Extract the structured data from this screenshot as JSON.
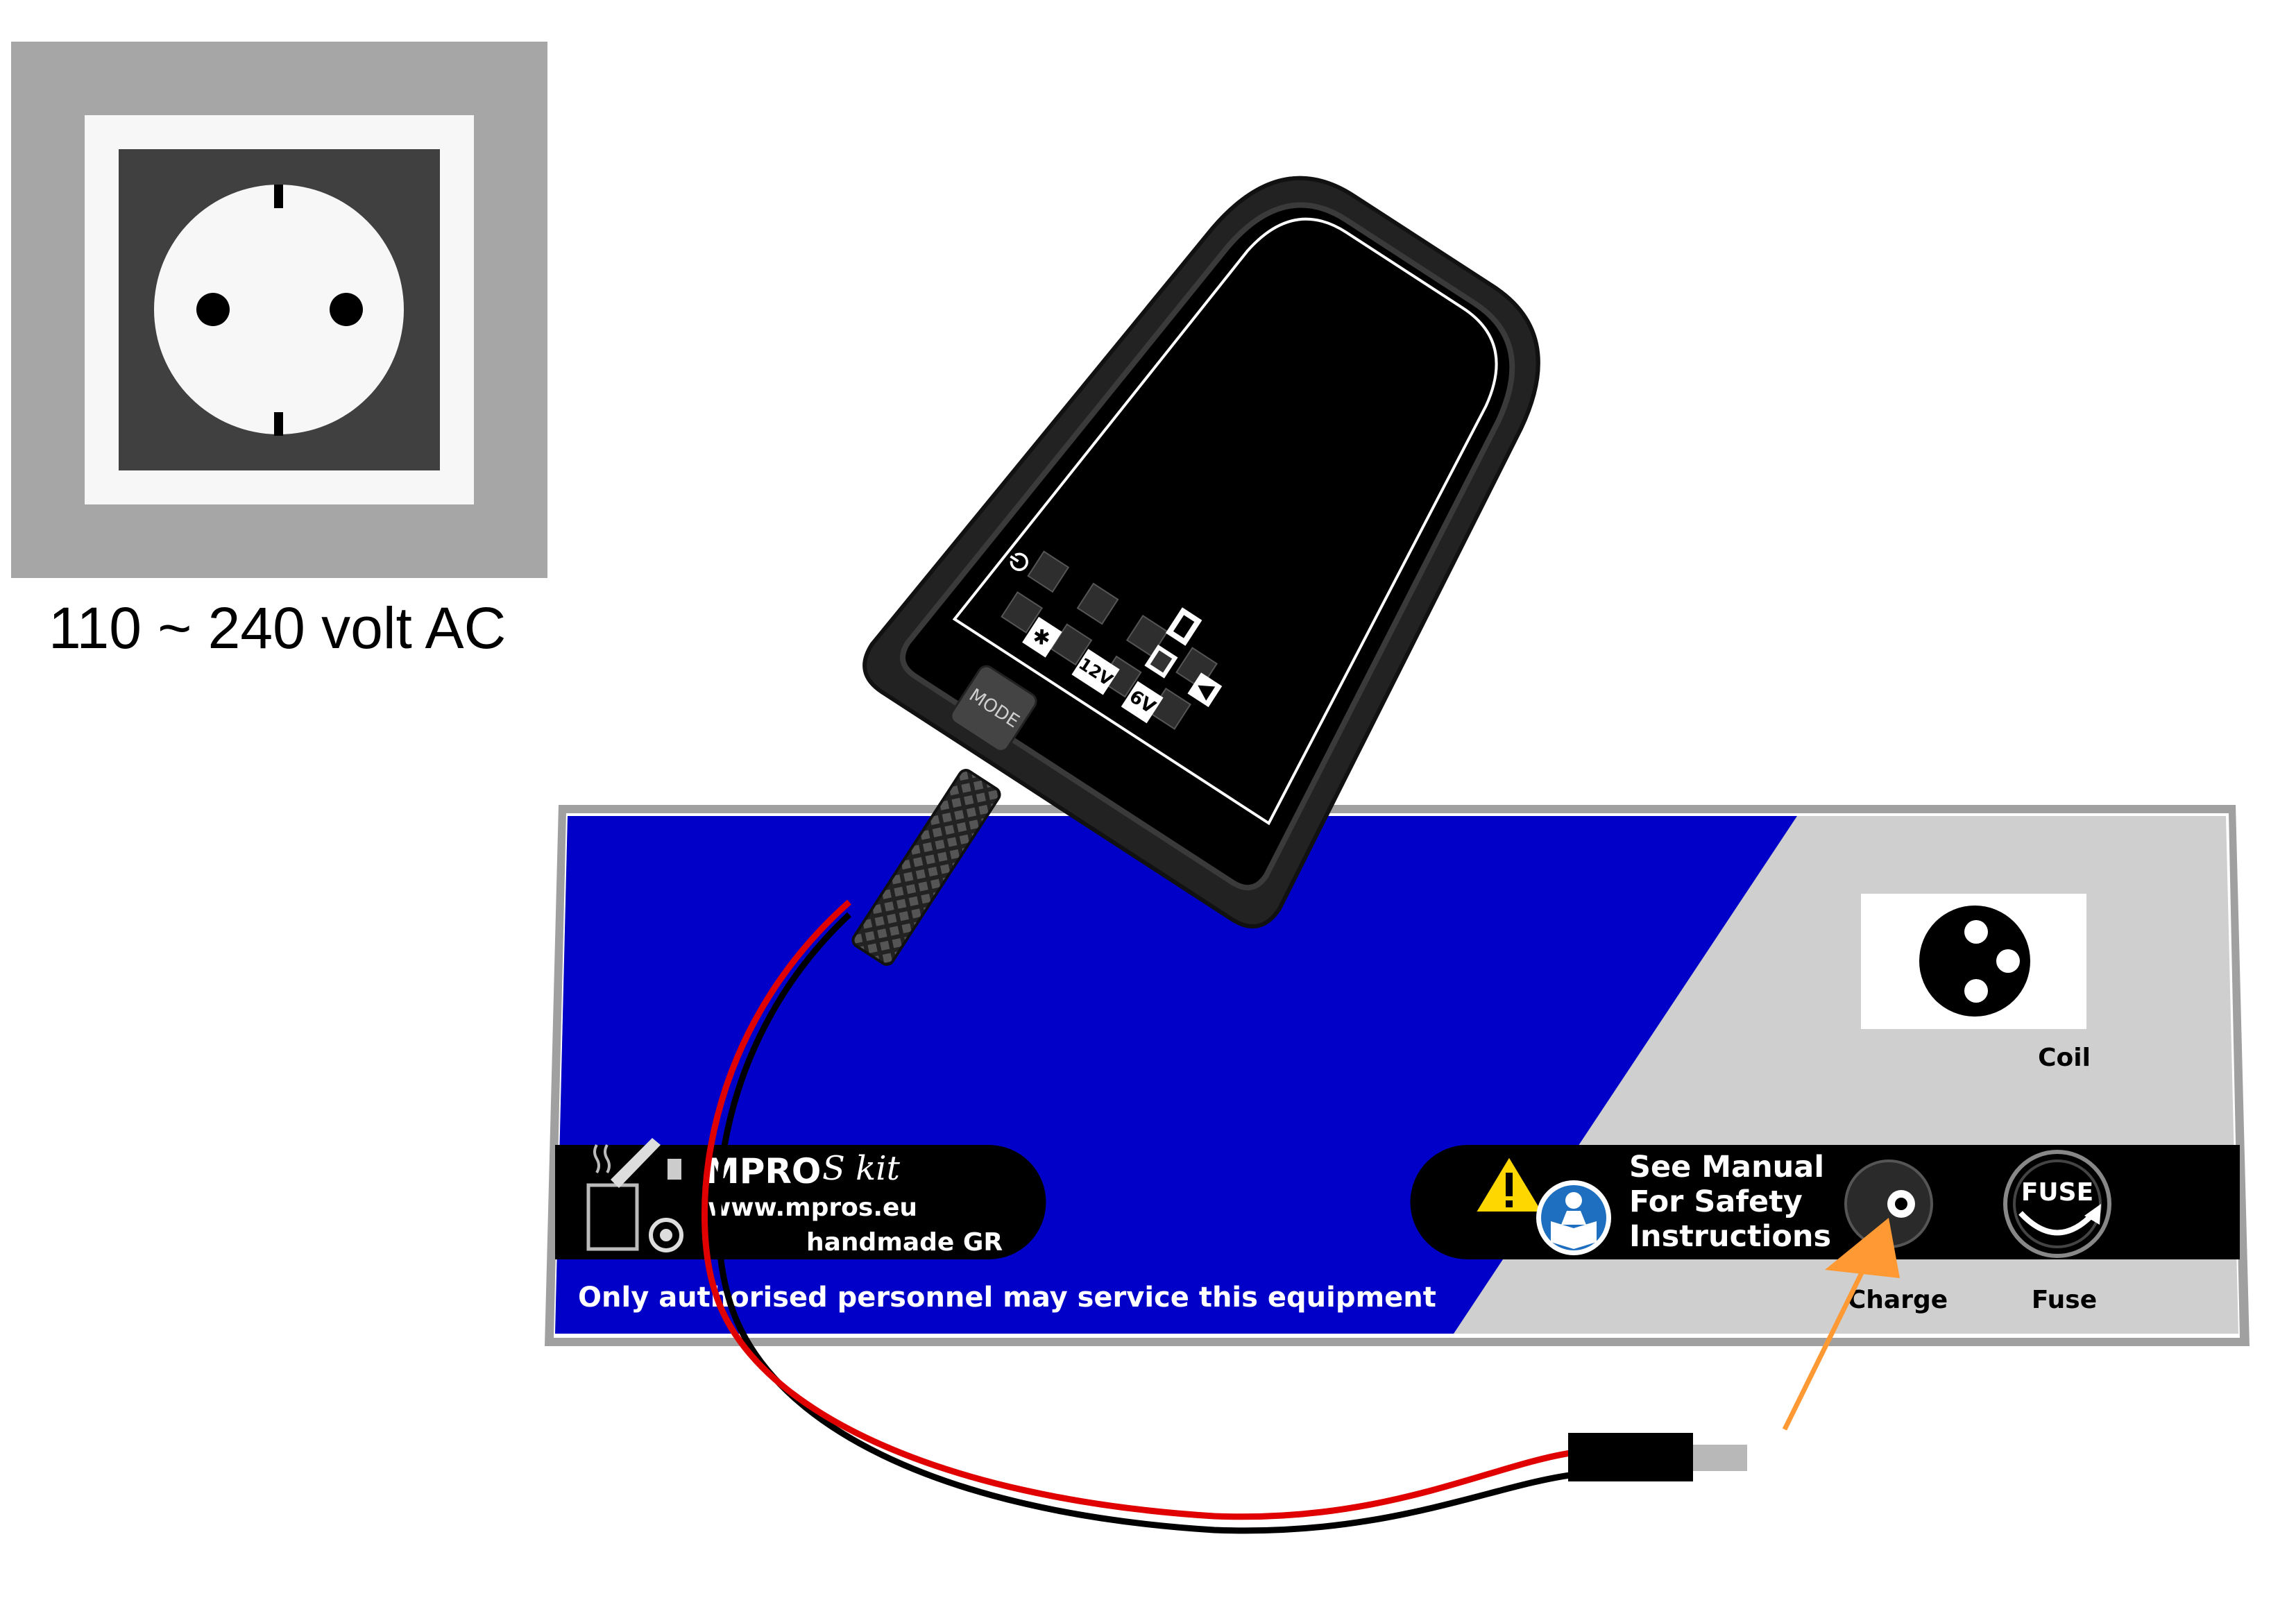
{
  "wall_socket": {
    "voltage_label": "110 ~ 240 volt AC"
  },
  "charger": {
    "buttons": {
      "fan": "✱",
      "v12": "12V",
      "v6": "6V",
      "power": "⏻",
      "mode": "MODE"
    }
  },
  "device_panel": {
    "brand": "MPRO",
    "brand_script": "S kit",
    "website": "www.mpros.eu",
    "origin": "handmade GR",
    "service_notice": "Only authorised personnel may service this equipment",
    "safety_line1": "See Manual",
    "safety_line2": "For Safety",
    "safety_line3": "Instructions",
    "fuse_cap": "FUSE",
    "coil_label": "Coil",
    "charge_label": "Charge",
    "fuse_label": "Fuse"
  },
  "colors": {
    "panel_blue": "#0000c8",
    "panel_grey": "#cfcfcf",
    "arrow_orange": "#ff9933",
    "wire_red": "#e00000",
    "wire_black": "#000000"
  }
}
